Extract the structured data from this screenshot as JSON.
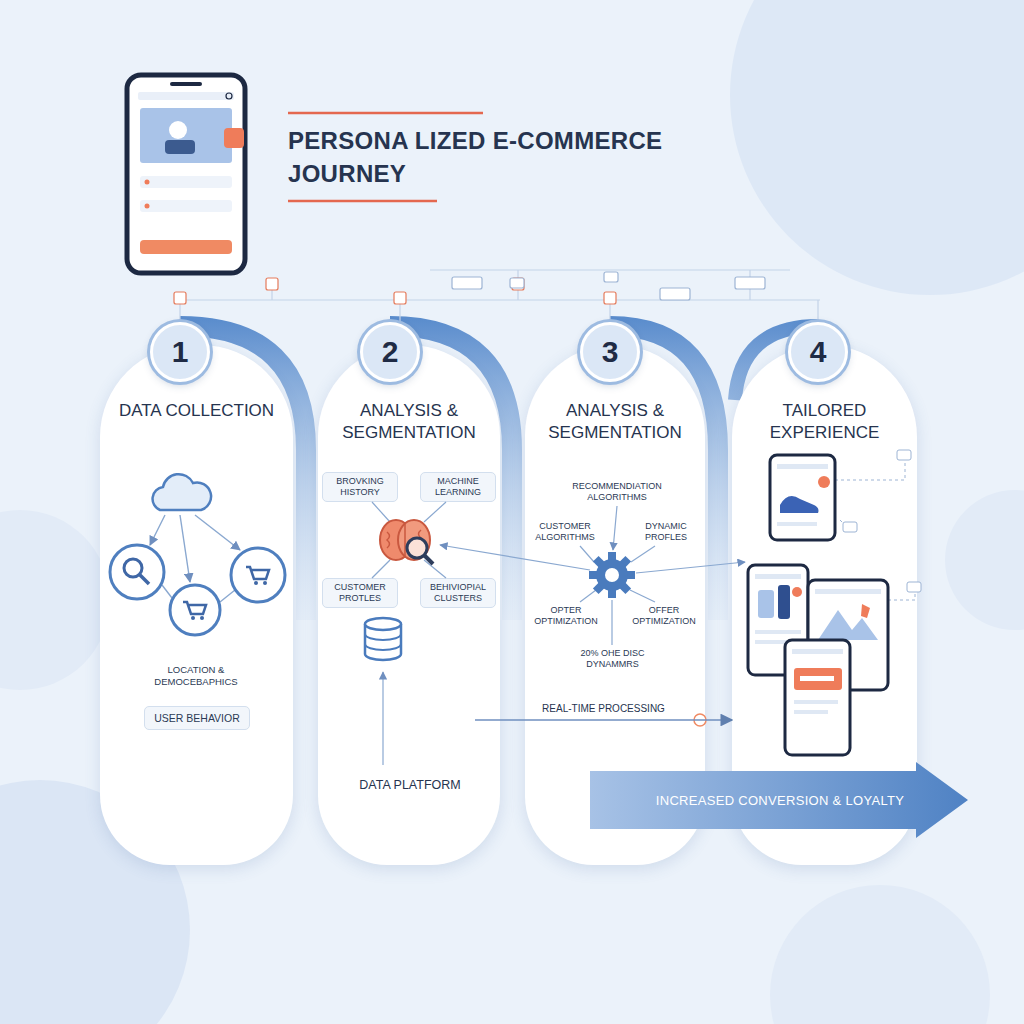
{
  "diagram": {
    "title": "PERSONA LIZED E-COMMERCE JOURNEY",
    "nodes": [
      {
        "text": [
          "1"
        ]
      },
      {
        "text": [
          "DATA COLLECTION"
        ]
      },
      {
        "text": [
          "USER BEHAVIOR"
        ],
        "in": 1
      },
      {
        "text": [
          "2"
        ]
      },
      {
        "text": [
          "ANALYSIS & SEGMENTATION"
        ]
      },
      {
        "text": [
          "BROVKING HISTORY"
        ],
        "in": 4
      },
      {
        "text": [
          "MACHINE LEARNING"
        ],
        "in": 4
      },
      {
        "text": [
          "CUSTOMER PROTLES"
        ],
        "in": 4
      },
      {
        "text": [
          "BEHIVIOPIAL CLUSTERS"
        ],
        "in": 4
      },
      {
        "text": [
          "DATA PLATFORM"
        ],
        "in": 4
      },
      {
        "text": [
          "3"
        ]
      },
      {
        "text": [
          "ANALYSIS & SEGMENTATION"
        ]
      },
      {
        "text": [
          "RECOMMENDIATION ALGORITHMS"
        ],
        "in": 11
      },
      {
        "text": [
          "CUSTOMER ALGORITHMS"
        ],
        "in": 11
      },
      {
        "text": [
          "DYNAMIC PROFLES"
        ],
        "in": 11
      },
      {
        "text": [
          "OPTER OPTIMIZATION"
        ],
        "in": 11
      },
      {
        "text": [
          "OFFER OPTIMIZATION"
        ],
        "in": 11
      },
      {
        "text": [
          "20% OHE DISC DYNAMMRS"
        ],
        "in": 11
      },
      {
        "text": [
          "4"
        ]
      },
      {
        "text": [
          "TAILORED EXPERIENCE"
        ]
      },
      {
        "text": [
          "INCREASED CONVERSION & LOYALTY"
        ]
      }
    ],
    "edges": [
      {
        "from": 9,
        "to": 19,
        "label": "REAL-TIME PROCESSING",
        "arrow": "to"
      }
    ],
    "labels": [
      "LOCATION & DEMOCEBAPHICS"
    ]
  }
}
